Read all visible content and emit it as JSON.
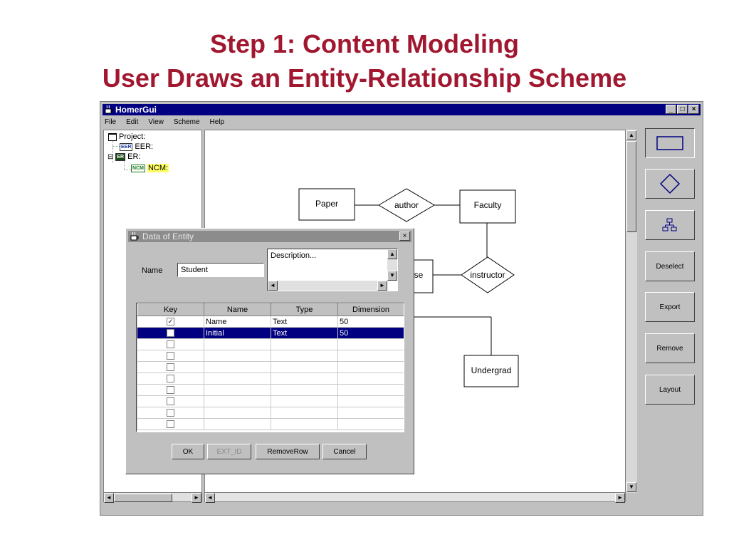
{
  "slide": {
    "title_line1": "Step 1: Content Modeling",
    "title_line2": "User Draws an Entity-Relationship Scheme"
  },
  "colors": {
    "title": "#a0172f",
    "titlebar": "#000080",
    "selection": "#000080",
    "highlight": "#ffff66"
  },
  "window": {
    "title": "HomerGui",
    "controls": [
      "_",
      "□",
      "×"
    ],
    "menu": [
      "File",
      "Edit",
      "View",
      "Scheme",
      "Help"
    ]
  },
  "tree": {
    "project": "Project:",
    "eer_tag": "EER",
    "eer": "EER:",
    "er_tag": "ER",
    "er": "ER:",
    "ncm_tag": "NCM",
    "ncm": "NCM:",
    "collapse_symbol": "⊟"
  },
  "diagram": {
    "entities": [
      "Paper",
      "Faculty",
      "Undergrad"
    ],
    "relationships": [
      "author",
      "instructor"
    ],
    "partial_labels": [
      "se"
    ]
  },
  "palette": {
    "icons": [
      "entity-rectangle-icon",
      "relationship-diamond-icon",
      "hierarchy-icon"
    ],
    "buttons": [
      "Deselect",
      "Export",
      "Remove",
      "Layout"
    ]
  },
  "dialog": {
    "title": "Data of Entity",
    "close": "×",
    "name_label": "Name",
    "name_value": "Student",
    "description_placeholder": "Description...",
    "columns": [
      "Key",
      "Name",
      "Type",
      "Dimension"
    ],
    "rows": [
      {
        "key": "✓",
        "name": "Name",
        "type": "Text",
        "dimension": "50"
      },
      {
        "key": "",
        "name": "Initial",
        "type": "Text",
        "dimension": "50"
      },
      {
        "key": "",
        "name": "",
        "type": "",
        "dimension": ""
      },
      {
        "key": "",
        "name": "",
        "type": "",
        "dimension": ""
      },
      {
        "key": "",
        "name": "",
        "type": "",
        "dimension": ""
      },
      {
        "key": "",
        "name": "",
        "type": "",
        "dimension": ""
      },
      {
        "key": "",
        "name": "",
        "type": "",
        "dimension": ""
      },
      {
        "key": "",
        "name": "",
        "type": "",
        "dimension": ""
      },
      {
        "key": "",
        "name": "",
        "type": "",
        "dimension": ""
      },
      {
        "key": "",
        "name": "",
        "type": "",
        "dimension": ""
      }
    ],
    "selected_row": 1,
    "buttons": {
      "ok": "OK",
      "ext_id": "EXT_ID",
      "remove_row": "RemoveRow",
      "cancel": "Cancel"
    }
  },
  "scroll": {
    "left": "◄",
    "right": "►",
    "up": "▲",
    "down": "▼"
  }
}
